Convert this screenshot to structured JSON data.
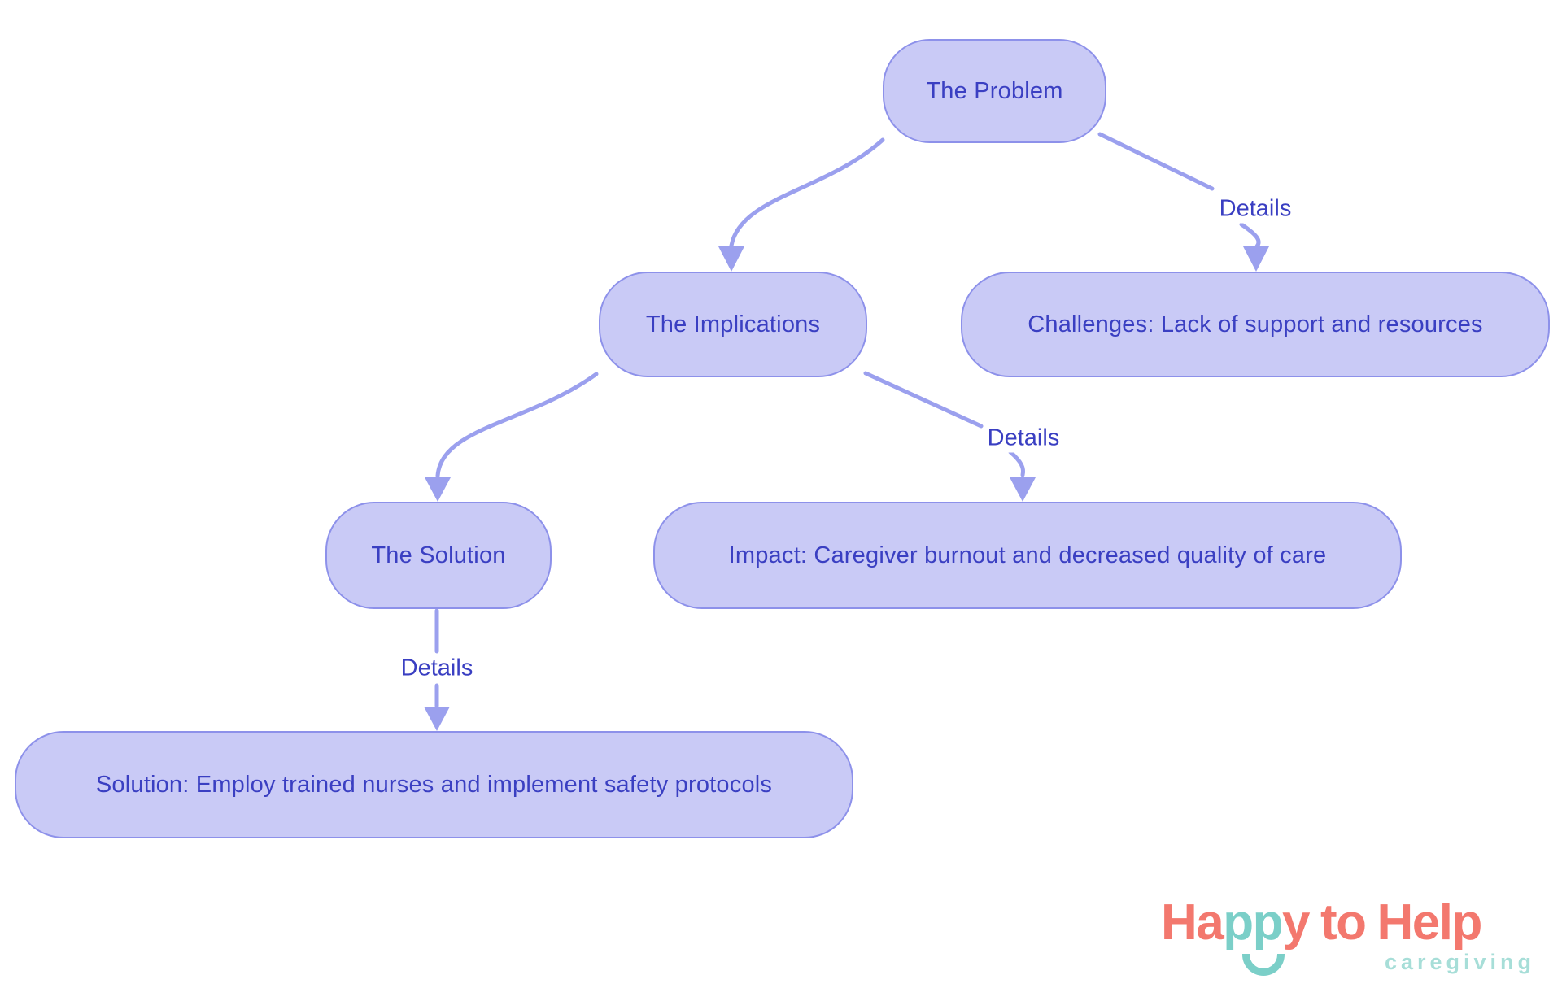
{
  "diagram": {
    "type": "flowchart",
    "colors": {
      "node_fill": "#c9caf6",
      "node_border": "#8d91ea",
      "node_text": "#3a3fc2",
      "edge": "#9ba0ee",
      "background": "#ffffff"
    },
    "nodes": [
      {
        "id": "problem",
        "label": "The Problem"
      },
      {
        "id": "implications",
        "label": "The Implications"
      },
      {
        "id": "challenges",
        "label": "Challenges: Lack of support and resources"
      },
      {
        "id": "solution",
        "label": "The Solution"
      },
      {
        "id": "impact",
        "label": "Impact: Caregiver burnout and decreased quality of care"
      },
      {
        "id": "solution_detail",
        "label": "Solution: Employ trained nurses and implement safety protocols"
      }
    ],
    "edges": [
      {
        "from": "problem",
        "to": "implications",
        "label": ""
      },
      {
        "from": "problem",
        "to": "challenges",
        "label": "Details"
      },
      {
        "from": "implications",
        "to": "solution",
        "label": ""
      },
      {
        "from": "implications",
        "to": "impact",
        "label": "Details"
      },
      {
        "from": "solution",
        "to": "solution_detail",
        "label": "Details"
      }
    ]
  },
  "logo": {
    "part_ha": "Ha",
    "part_pp": "pp",
    "part_y": "y",
    "word_to": "to",
    "word_help": "Help",
    "tagline": "caregiving",
    "coral": "#f3786e",
    "teal": "#7bcfc8",
    "tagline_color": "#a7ded8"
  }
}
